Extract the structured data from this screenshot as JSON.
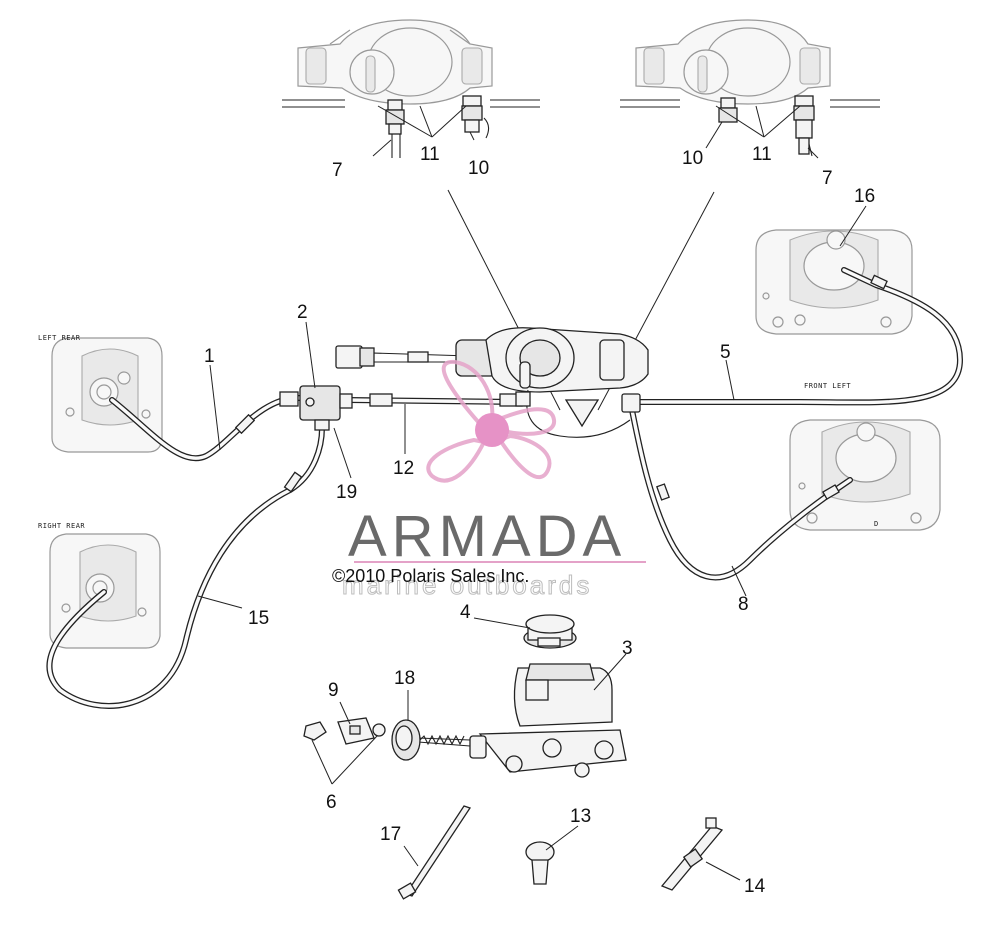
{
  "callouts": {
    "c1": "1",
    "c2": "2",
    "c3": "3",
    "c4": "4",
    "c5": "5",
    "c6": "6",
    "c7a": "7",
    "c7b": "7",
    "c8": "8",
    "c9": "9",
    "c10a": "10",
    "c10b": "10",
    "c11a": "11",
    "c11b": "11",
    "c12": "12",
    "c13": "13",
    "c14": "14",
    "c15": "15",
    "c16": "16",
    "c17": "17",
    "c18": "18",
    "c19": "19"
  },
  "tags": {
    "left_rear": "LEFT REAR",
    "right_rear": "RIGHT REAR",
    "front_left": "FRONT LEFT",
    "caliper_mark": "D"
  },
  "watermark": {
    "word": "ARMADA",
    "sub": "marine outboards",
    "copyright": "©2010 Polaris Sales Inc."
  },
  "colors": {
    "watermark_pink": "#e4a2c8",
    "watermark_pink_fill": "#e27fbd",
    "line": "#222222"
  }
}
